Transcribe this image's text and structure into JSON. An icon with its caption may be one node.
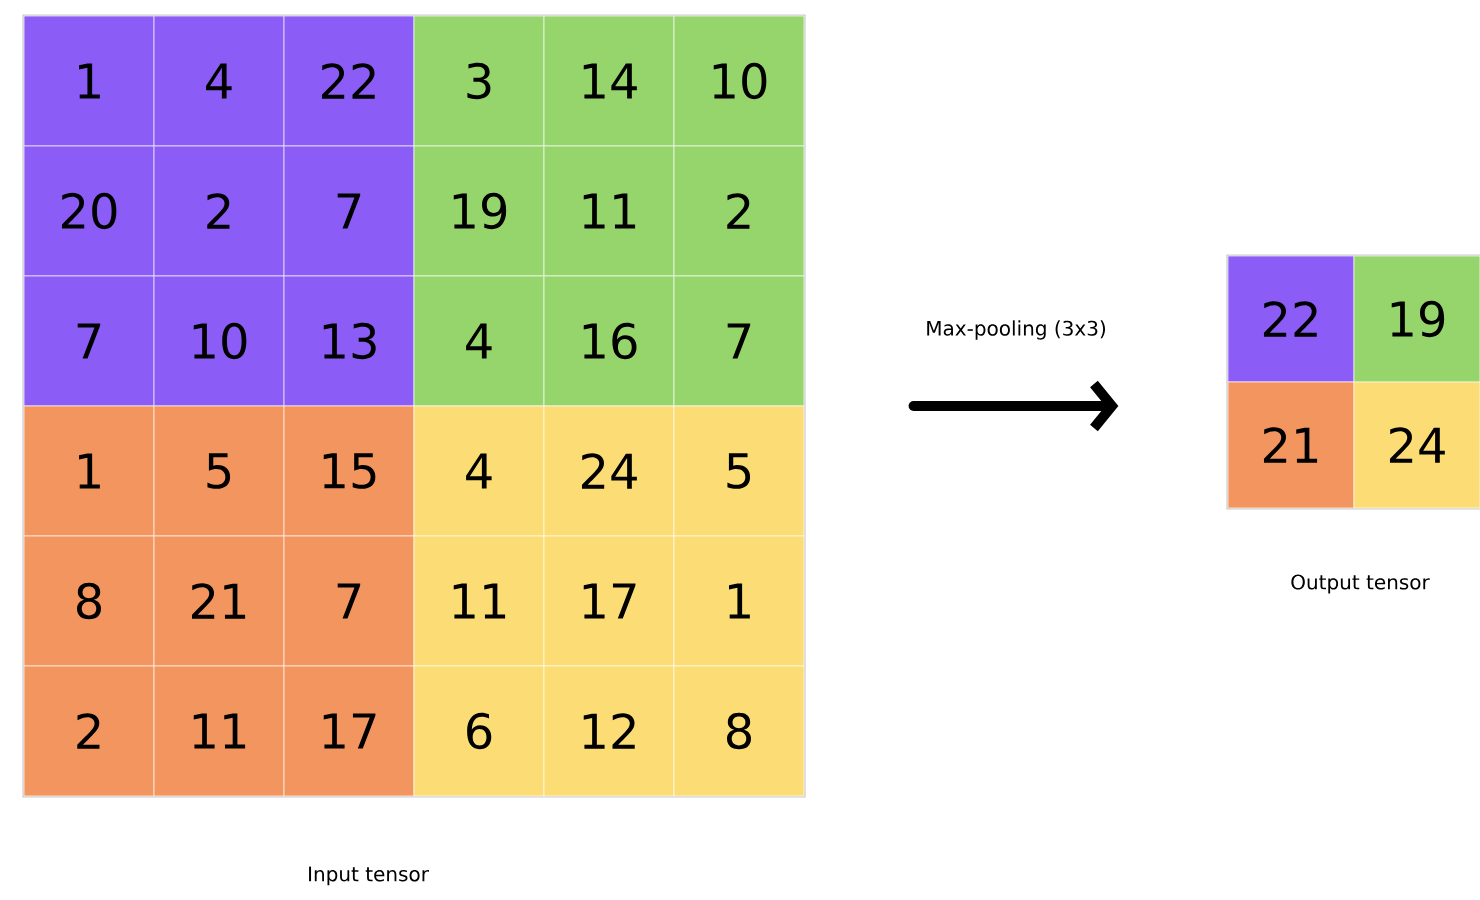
{
  "diagram": {
    "nodes": [
      {
        "text": [],
        "shape": "box",
        "beside": [
          "Input tensor"
        ]
      },
      {
        "text": [
          "1"
        ],
        "in": 0
      },
      {
        "text": [
          "4"
        ],
        "in": 0
      },
      {
        "text": [
          "22"
        ],
        "in": 0
      },
      {
        "text": [
          "3"
        ],
        "in": 0
      },
      {
        "text": [
          "14"
        ],
        "in": 0
      },
      {
        "text": [
          "10"
        ],
        "in": 0
      },
      {
        "text": [
          "20"
        ],
        "in": 0
      },
      {
        "text": [
          "2"
        ],
        "in": 0
      },
      {
        "text": [
          "7"
        ],
        "in": 0
      },
      {
        "text": [
          "19"
        ],
        "in": 0
      },
      {
        "text": [
          "11"
        ],
        "in": 0
      },
      {
        "text": [
          "2"
        ],
        "in": 0
      },
      {
        "text": [
          "7"
        ],
        "in": 0
      },
      {
        "text": [
          "10"
        ],
        "in": 0
      },
      {
        "text": [
          "13"
        ],
        "in": 0
      },
      {
        "text": [
          "4"
        ],
        "in": 0
      },
      {
        "text": [
          "16"
        ],
        "in": 0
      },
      {
        "text": [
          "7"
        ],
        "in": 0
      },
      {
        "text": [
          "1"
        ],
        "in": 0
      },
      {
        "text": [
          "5"
        ],
        "in": 0
      },
      {
        "text": [
          "15"
        ],
        "in": 0
      },
      {
        "text": [
          "4"
        ],
        "in": 0
      },
      {
        "text": [
          "24"
        ],
        "in": 0
      },
      {
        "text": [
          "5"
        ],
        "in": 0
      },
      {
        "text": [
          "8"
        ],
        "in": 0
      },
      {
        "text": [
          "21"
        ],
        "in": 0
      },
      {
        "text": [
          "7"
        ],
        "in": 0
      },
      {
        "text": [
          "11"
        ],
        "in": 0
      },
      {
        "text": [
          "17"
        ],
        "in": 0
      },
      {
        "text": [
          "1"
        ],
        "in": 0
      },
      {
        "text": [
          "2"
        ],
        "in": 0
      },
      {
        "text": [
          "11"
        ],
        "in": 0
      },
      {
        "text": [
          "17"
        ],
        "in": 0
      },
      {
        "text": [
          "6"
        ],
        "in": 0
      },
      {
        "text": [
          "12"
        ],
        "in": 0
      },
      {
        "text": [
          "8"
        ],
        "in": 0
      },
      {
        "text": [],
        "shape": "box",
        "beside": [
          "Output tensor"
        ]
      },
      {
        "text": [
          "22"
        ],
        "in": 37
      },
      {
        "text": [
          "19"
        ],
        "in": 37
      },
      {
        "text": [
          "21"
        ],
        "in": 37
      },
      {
        "text": [
          "24"
        ],
        "in": 37
      }
    ],
    "edges": [
      {
        "from": 0,
        "to": 37,
        "arrow": "to",
        "label": "Max-pooling (3x3)"
      }
    ]
  }
}
